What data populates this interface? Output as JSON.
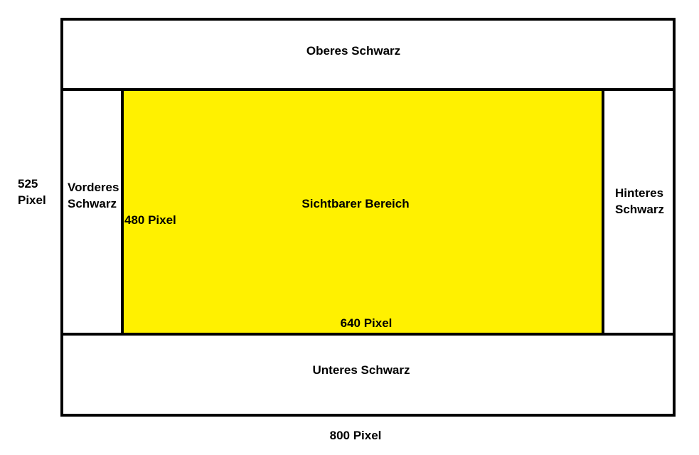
{
  "diagram": {
    "total_height_label": {
      "line1": "525",
      "line2": "Pixel"
    },
    "total_width_label": "800 Pixel",
    "top_band": {
      "label": "Oberes Schwarz"
    },
    "bottom_band": {
      "label": "Unteres Schwarz"
    },
    "front_porch": {
      "line1": "Vorderes",
      "line2": "Schwarz"
    },
    "back_porch": {
      "line1": "Hinteres",
      "line2": "Schwarz"
    },
    "visible_area": {
      "label": "Sichtbarer Bereich",
      "height_label": "480 Pixel",
      "width_label": "640 Pixel",
      "fill_color": "#FFF100"
    },
    "colors": {
      "border": "#000000",
      "background": "#FFFFFF",
      "text": "#000000",
      "visible_fill": "#FFF100"
    }
  }
}
